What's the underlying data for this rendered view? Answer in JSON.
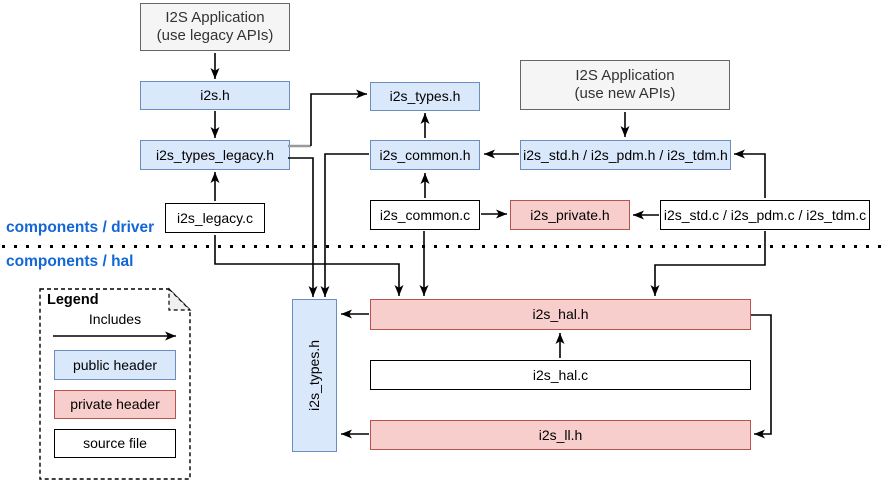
{
  "layers": {
    "driver": "components / driver",
    "hal": "components / hal"
  },
  "nodes": {
    "app_legacy": {
      "line1": "I2S Application",
      "line2": "(use legacy APIs)",
      "kind": "application"
    },
    "i2s_h": {
      "label": "i2s.h",
      "kind": "public header"
    },
    "i2s_types_legacy_h": {
      "label": "i2s_types_legacy.h",
      "kind": "public header"
    },
    "i2s_legacy_c": {
      "label": "i2s_legacy.c",
      "kind": "source file"
    },
    "i2s_types_h_driver": {
      "label": "i2s_types.h",
      "kind": "public header"
    },
    "i2s_common_h": {
      "label": "i2s_common.h",
      "kind": "public header"
    },
    "i2s_common_c": {
      "label": "i2s_common.c",
      "kind": "source file"
    },
    "app_new": {
      "line1": "I2S Application",
      "line2": "(use new APIs)",
      "kind": "application"
    },
    "i2s_std_pdm_tdm_h": {
      "label": "i2s_std.h / i2s_pdm.h / i2s_tdm.h",
      "kind": "public header"
    },
    "i2s_private_h": {
      "label": "i2s_private.h",
      "kind": "private header"
    },
    "i2s_std_pdm_tdm_c": {
      "label": "i2s_std.c / i2s_pdm.c / i2s_tdm.c",
      "kind": "source file"
    },
    "i2s_types_h_hal": {
      "label": "i2s_types.h",
      "kind": "public header"
    },
    "i2s_hal_h": {
      "label": "i2s_hal.h",
      "kind": "private header"
    },
    "i2s_hal_c": {
      "label": "i2s_hal.c",
      "kind": "source file"
    },
    "i2s_ll_h": {
      "label": "i2s_ll.h",
      "kind": "private header"
    }
  },
  "edges": [
    {
      "from": "I2S Application (use legacy APIs)",
      "to": "i2s.h"
    },
    {
      "from": "i2s.h",
      "to": "i2s_types_legacy.h"
    },
    {
      "from": "i2s_legacy.c",
      "to": "i2s_types_legacy.h"
    },
    {
      "from": "i2s_types_legacy.h",
      "to": "i2s_types.h (driver)"
    },
    {
      "from": "i2s_types_legacy.h",
      "to": "i2s_types.h (hal)"
    },
    {
      "from": "i2s_common.h",
      "to": "i2s_types.h (hal)"
    },
    {
      "from": "i2s_common.h",
      "to": "i2s_types.h (driver)"
    },
    {
      "from": "i2s_common.c",
      "to": "i2s_common.h"
    },
    {
      "from": "i2s_common.c",
      "to": "i2s_private.h"
    },
    {
      "from": "I2S Application (use new APIs)",
      "to": "i2s_std.h / i2s_pdm.h / i2s_tdm.h"
    },
    {
      "from": "i2s_std.h / i2s_pdm.h / i2s_tdm.h",
      "to": "i2s_common.h"
    },
    {
      "from": "i2s_std.c / i2s_pdm.c / i2s_tdm.c",
      "to": "i2s_std.h / i2s_pdm.h / i2s_tdm.h"
    },
    {
      "from": "i2s_std.c / i2s_pdm.c / i2s_tdm.c",
      "to": "i2s_private.h"
    },
    {
      "from": "i2s_legacy.c",
      "to": "i2s_hal.h"
    },
    {
      "from": "i2s_common.c",
      "to": "i2s_hal.h"
    },
    {
      "from": "i2s_std.c / i2s_pdm.c / i2s_tdm.c",
      "to": "i2s_hal.h"
    },
    {
      "from": "i2s_hal.h",
      "to": "i2s_types.h (hal)"
    },
    {
      "from": "i2s_hal.c",
      "to": "i2s_hal.h"
    },
    {
      "from": "i2s_hal.h",
      "to": "i2s_ll.h"
    },
    {
      "from": "i2s_ll.h",
      "to": "i2s_types.h (hal)"
    }
  ],
  "legend": {
    "title": "Legend",
    "arrow_label": "Includes",
    "items": [
      {
        "label": "public header"
      },
      {
        "label": "private header"
      },
      {
        "label": "source file"
      }
    ]
  },
  "colors": {
    "public_header_fill": "#dae8fc",
    "public_header_stroke": "#6c8ebf",
    "private_header_fill": "#f8cecc",
    "private_header_stroke": "#b85450",
    "application_fill": "#f5f5f5",
    "application_stroke": "#666666",
    "source_file_fill": "#ffffff",
    "source_file_stroke": "#000000",
    "layer_label_text": "#1366d6",
    "connector": "#000000"
  }
}
